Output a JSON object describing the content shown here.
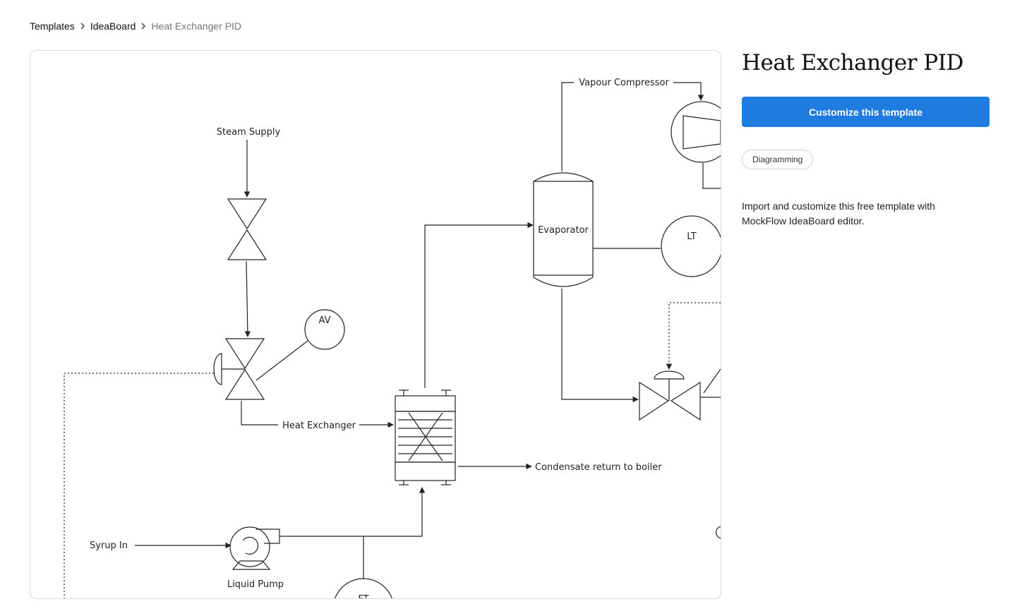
{
  "breadcrumb": {
    "items": [
      "Templates",
      "IdeaBoard"
    ],
    "current": "Heat Exchanger PID"
  },
  "sidebar": {
    "title": "Heat Exchanger PID",
    "cta_label": "Customize this template",
    "tag": "Diagramming",
    "description": "Import and customize this free template with MockFlow IdeaBoard editor."
  },
  "diagram": {
    "labels": {
      "steam_supply": "Steam Supply",
      "vapour_compressor": "Vapour Compressor",
      "evaporator": "Evaporator",
      "lt": "LT",
      "av": "AV",
      "heat_exchanger": "Heat Exchanger",
      "condensate": "Condensate return to boiler",
      "syrup_in": "Syrup In",
      "liquid_pump": "Liquid Pump",
      "ft": "FT"
    }
  },
  "colors": {
    "accent": "#1e7be0",
    "line": "#222222",
    "border": "#d9d9d9"
  }
}
